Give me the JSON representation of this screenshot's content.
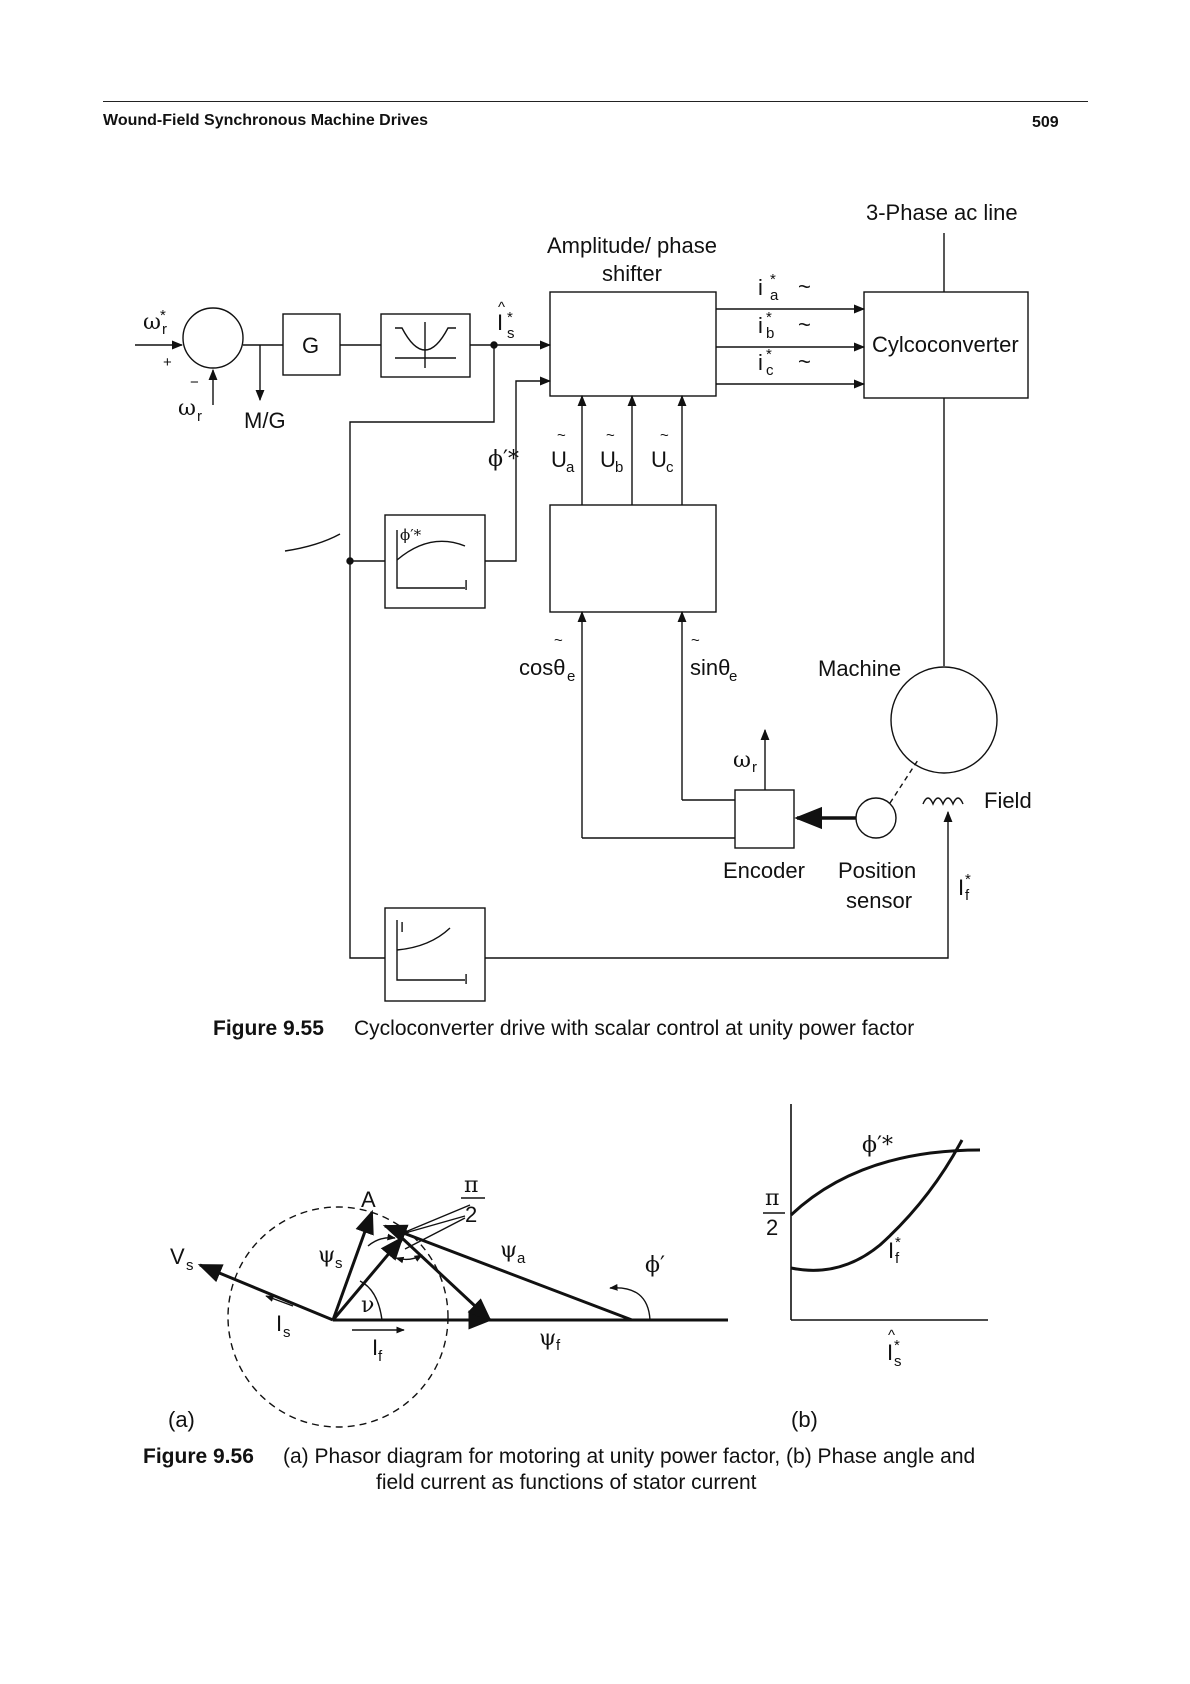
{
  "header": {
    "running_head": "Wound-Field Synchronous Machine Drives",
    "page_number": "509"
  },
  "figure_55": {
    "labels": {
      "ac_line": "3-Phase ac line",
      "amp_phase_1": "Amplitude/ phase",
      "amp_phase_2": "shifter",
      "cycloconverter": "Cylcoconverter",
      "machine": "Machine",
      "field": "Field",
      "encoder": "Encoder",
      "position_1": "Position",
      "position_2": "sensor",
      "gain": "G",
      "mg": "M/G",
      "omega_r_star": "ω",
      "omega_r": "ω",
      "omega_r_enc": "ω",
      "plus": "+",
      "minus": "−",
      "is_hat": "I",
      "phi_star": "ϕ′*",
      "ua": "U",
      "ub": "U",
      "uc": "U",
      "tilde": "~",
      "ia": "i",
      "ib": "i",
      "ic": "i",
      "cos": "cosθ",
      "sin": "sinθ",
      "if_star": "I",
      "phi_curve": "ϕ′*",
      "is_axis": "I",
      "if_curve": "I",
      "is_axis2": "I"
    },
    "caption_num": "Figure 9.55",
    "caption_text": "Cycloconverter drive with scalar control at unity power factor"
  },
  "figure_56": {
    "labels": {
      "a_point": "A",
      "pi": "π",
      "two": "2",
      "vs": "V",
      "psi_s": "ψ",
      "psi_a": "ψ",
      "psi_f": "ψ",
      "phi_prime": "ϕ′",
      "is": "I",
      "if": "I",
      "nu": "ν",
      "part_a": "(a)",
      "part_b": "(b)",
      "b_pi": "π",
      "b_two": "2",
      "b_phi": "ϕ′*",
      "b_if": "I",
      "b_is": "I"
    },
    "caption_num": "Figure 9.56",
    "caption_line1": "(a) Phasor diagram for motoring at unity power factor, (b) Phase angle and",
    "caption_line2": "field current as functions of stator current"
  }
}
